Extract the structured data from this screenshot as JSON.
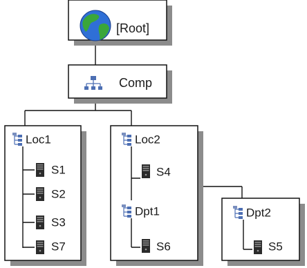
{
  "nodes": {
    "root": {
      "label": "[Root]",
      "icon": "globe-icon"
    },
    "comp": {
      "label": "Comp",
      "icon": "network-icon"
    },
    "loc1": {
      "label": "Loc1",
      "icon": "tree-icon",
      "servers": [
        "S1",
        "S2",
        "S3",
        "S7"
      ]
    },
    "loc2": {
      "label": "Loc2",
      "icon": "tree-icon",
      "servers": [
        "S4"
      ]
    },
    "dpt1": {
      "label": "Dpt1",
      "icon": "tree-icon",
      "servers": [
        "S6"
      ]
    },
    "dpt2": {
      "label": "Dpt2",
      "icon": "tree-icon",
      "servers": [
        "S5"
      ]
    }
  },
  "server_icon": "server-tower-icon",
  "colors": {
    "line": "#111111",
    "shadow": "#8c8c8c",
    "globe_water": "#2f6fd6",
    "globe_land": "#3aa63a",
    "server": "#2b2b2b",
    "tree_icon": "#4d6fb3"
  }
}
